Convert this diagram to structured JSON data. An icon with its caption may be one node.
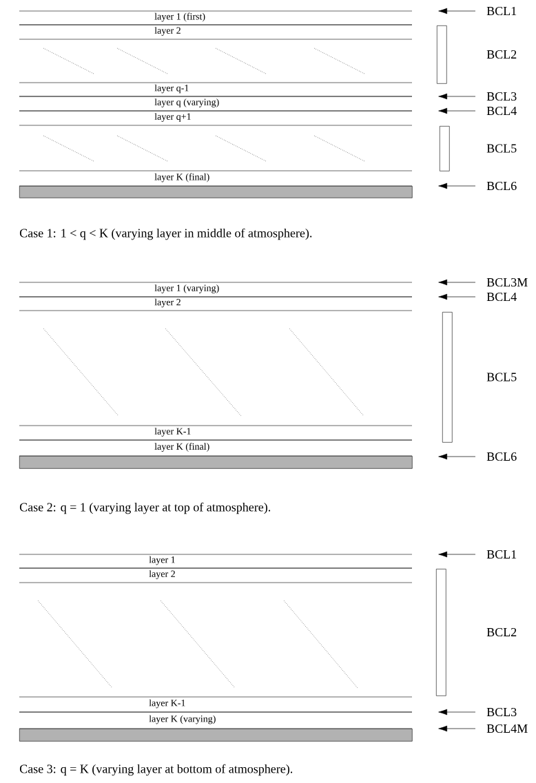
{
  "diagram": {
    "nodes": [
      {
        "text": [
          "layer 1 (first)"
        ]
      },
      {
        "text": [
          "layer 2"
        ]
      },
      {
        "text": [
          "layer q-1"
        ]
      },
      {
        "text": [
          "layer q (varying)"
        ]
      },
      {
        "text": [
          "layer q+1"
        ]
      },
      {
        "text": [
          "layer K (final)"
        ]
      },
      {
        "text": [],
        "shape": "bar"
      },
      {
        "text": [
          "BCL1"
        ]
      },
      {
        "text": [],
        "shape": "box",
        "beside": [
          "BCL2"
        ]
      },
      {
        "text": [
          "BCL3"
        ]
      },
      {
        "text": [
          "BCL4"
        ]
      },
      {
        "text": [],
        "shape": "box",
        "beside": [
          "BCL5"
        ]
      },
      {
        "text": [
          "BCL6"
        ]
      },
      {
        "text": [
          "layer 1 (varying)"
        ]
      },
      {
        "text": [
          "layer 2"
        ]
      },
      {
        "text": [
          "layer K-1"
        ]
      },
      {
        "text": [
          "layer K (final)"
        ]
      },
      {
        "text": [],
        "shape": "bar"
      },
      {
        "text": [
          "BCL3M"
        ]
      },
      {
        "text": [
          "BCL4"
        ]
      },
      {
        "text": [],
        "shape": "box",
        "beside": [
          "BCL5"
        ]
      },
      {
        "text": [
          "BCL6"
        ]
      },
      {
        "text": [
          "layer 1"
        ]
      },
      {
        "text": [
          "layer 2"
        ]
      },
      {
        "text": [
          "layer K-1"
        ]
      },
      {
        "text": [
          "layer K (varying)"
        ]
      },
      {
        "text": [],
        "shape": "bar"
      },
      {
        "text": [
          "BCL1"
        ]
      },
      {
        "text": [],
        "shape": "box",
        "beside": [
          "BCL2"
        ]
      },
      {
        "text": [
          "BCL3"
        ]
      },
      {
        "text": [
          "BCL4M"
        ]
      }
    ],
    "edges": [
      {
        "from": 7,
        "to": null,
        "arrow": "to"
      },
      {
        "from": 9,
        "to": null,
        "arrow": "to"
      },
      {
        "from": 10,
        "to": null,
        "arrow": "to"
      },
      {
        "from": 12,
        "to": null,
        "arrow": "to"
      },
      {
        "from": 18,
        "to": null,
        "arrow": "to"
      },
      {
        "from": 19,
        "to": null,
        "arrow": "to"
      },
      {
        "from": 21,
        "to": null,
        "arrow": "to"
      },
      {
        "from": 27,
        "to": null,
        "arrow": "to"
      },
      {
        "from": 29,
        "to": null,
        "arrow": "to"
      },
      {
        "from": 30,
        "to": null,
        "arrow": "to"
      }
    ],
    "labels": [
      "Case 1: 1 < q < K (varying layer in middle of atmosphere).",
      "Case 2: q = 1 (varying layer at top of atmosphere).",
      "Case 3: q = K (varying layer at bottom of atmosphere)."
    ]
  }
}
